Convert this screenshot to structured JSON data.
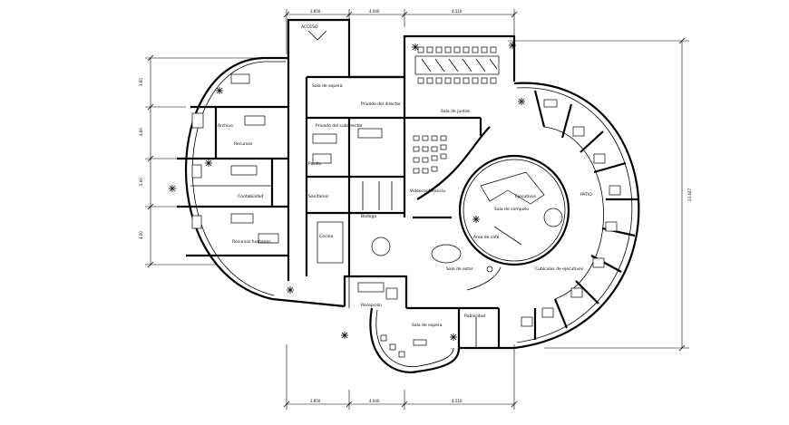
{
  "plan": {
    "rooms": {
      "acceso": "ACCESO",
      "sala_espera_top": "Sala de espera",
      "sala_juntas": "Sala de juntas",
      "privado_director": "Privado del director",
      "privado_subdirector": "Privado del subdirector",
      "videoconferencia": "Videoconferencia",
      "contabilidad": "Contabilidad",
      "recursos_humanos": "Recursos humanos",
      "archivo": "Archivo",
      "sala_espera_bottom": "Sala de espera",
      "area_cafe": "Area de café",
      "sala_estar": "Sala de estar",
      "sala_computo": "Sala de computo",
      "ejecutivos": "Ejecutivos",
      "cubiculos": "Cubículos de ejecutivos",
      "patio": "PATIO",
      "recepcion": "Recepción",
      "sanitarios": "Sanitarios",
      "bodega": "Bodega",
      "cocina": "Cocina",
      "publicidad": "Publicidad",
      "pasillo": "Pasillo",
      "recursos": "Recursos"
    },
    "dimensions": {
      "top_1": "3.850",
      "top_2": "4.040",
      "top_3": "4.510",
      "bottom_1": "3.850",
      "bottom_2": "4.040",
      "bottom_3": "4.510",
      "left_1": "3.60",
      "left_2": "4.60",
      "left_3": "5.00",
      "left_4": "4.00",
      "right_total": "23.447"
    }
  }
}
